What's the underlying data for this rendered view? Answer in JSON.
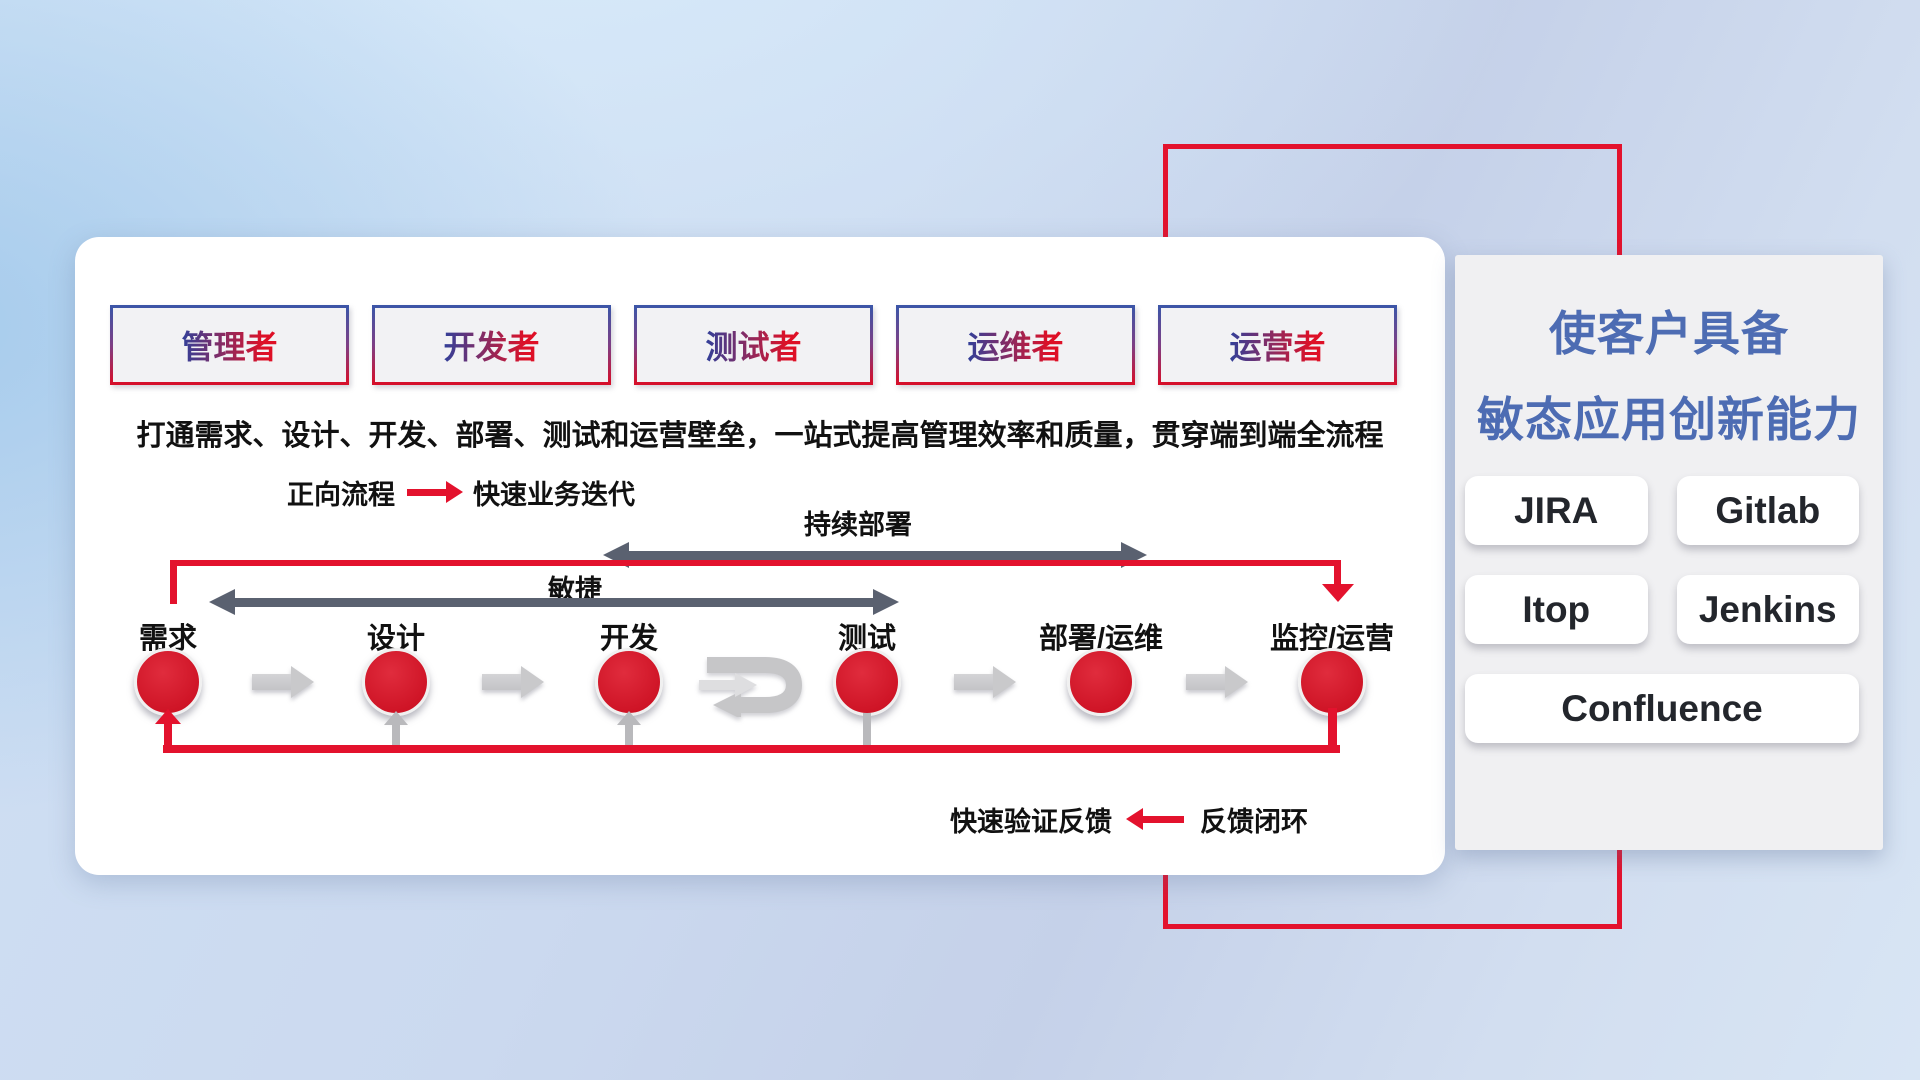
{
  "card": {
    "roles": [
      "管理者",
      "开发者",
      "测试者",
      "运维者",
      "运营者"
    ],
    "description": "打通需求、设计、开发、部署、测试和运营壁垒，一站式提高管理效率和质量，贯穿端到端全流程",
    "legend_forward": {
      "label": "正向流程",
      "value": "快速业务迭代"
    },
    "range_continuous_deploy": "持续部署",
    "range_agile": "敏捷",
    "stages": [
      "需求",
      "设计",
      "开发",
      "测试",
      "部署/运维",
      "监控/运营"
    ],
    "legend_feedback": {
      "label": "快速验证反馈",
      "value": "反馈闭环"
    }
  },
  "panel": {
    "title_line1": "使客户具备",
    "title_line2": "敏态应用创新能力",
    "tools": [
      "JIRA",
      "Gitlab",
      "Itop",
      "Jenkins",
      "Confluence"
    ]
  },
  "colors": {
    "accent_red": "#e3122d",
    "circle_red": "#d5182b",
    "title_blue": "#4d6cb3",
    "range_gray": "#5a6170",
    "flow_gray": "#c9c9cb"
  }
}
